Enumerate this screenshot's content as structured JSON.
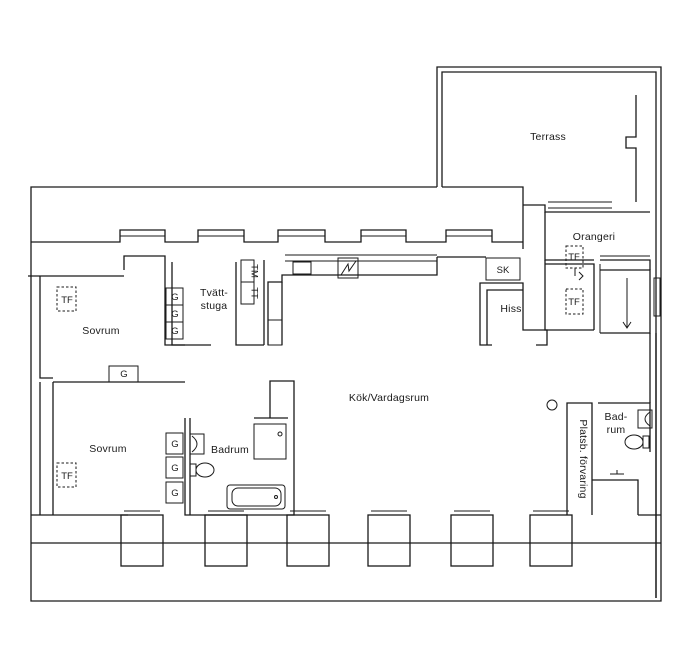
{
  "rooms": {
    "terrace": "Terrass",
    "orangery": "Orangeri",
    "bedroom_top": "Sovrum",
    "bedroom_bottom": "Sovrum",
    "laundry_line1": "Tvätt-",
    "laundry_line2": "stuga",
    "kitchen_living": "Kök/Vardagsrum",
    "bathroom_main": "Badrum",
    "bathroom_small_line1": "Bad-",
    "bathroom_small_line2": "rum",
    "elevator": "Hiss",
    "storage": "Platsb. förvaring"
  },
  "fixtures": {
    "tf": "TF",
    "g": "G",
    "tm": "TM",
    "tt": "TT",
    "sk": "SK"
  }
}
